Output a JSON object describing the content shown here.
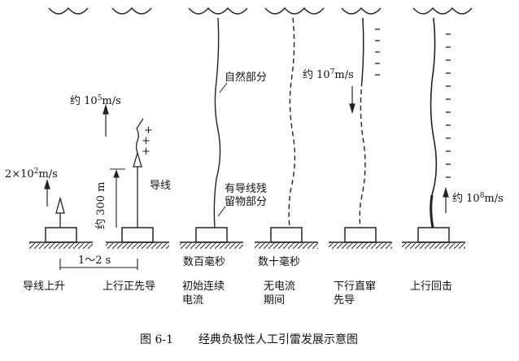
{
  "rates": {
    "leader_rise": {
      "base": "2×10",
      "exp": "2",
      "unit": "m/s"
    },
    "upward_leader": {
      "base": "约 10",
      "exp": "5",
      "unit": "m/s"
    },
    "dart_leader": {
      "base": "约 10",
      "exp": "7",
      "unit": "m/s"
    },
    "return_stroke": {
      "base": "约 10",
      "exp": "8",
      "unit": "m/s"
    }
  },
  "labels": {
    "height": "约 300 m",
    "wire": "导线",
    "time_interval": "1～2 s",
    "natural_part": "自然部分",
    "wire_residue_1": "有导线残",
    "wire_residue_2": "留物部分",
    "hundreds_ms": "数百毫秒",
    "tens_ms": "数十毫秒",
    "plus": "+"
  },
  "stages": [
    {
      "line1": "导线上升",
      "line2": ""
    },
    {
      "line1": "上行正先导",
      "line2": ""
    },
    {
      "line1": "初始连续",
      "line2": "电流"
    },
    {
      "line1": "无电流",
      "line2": "期间"
    },
    {
      "line1": "下行直窜",
      "line2": "先导"
    },
    {
      "line1": "上行回击",
      "line2": ""
    }
  ],
  "caption": {
    "number": "图 6-1",
    "title": "经典负极性人工引雷发展示意图"
  }
}
